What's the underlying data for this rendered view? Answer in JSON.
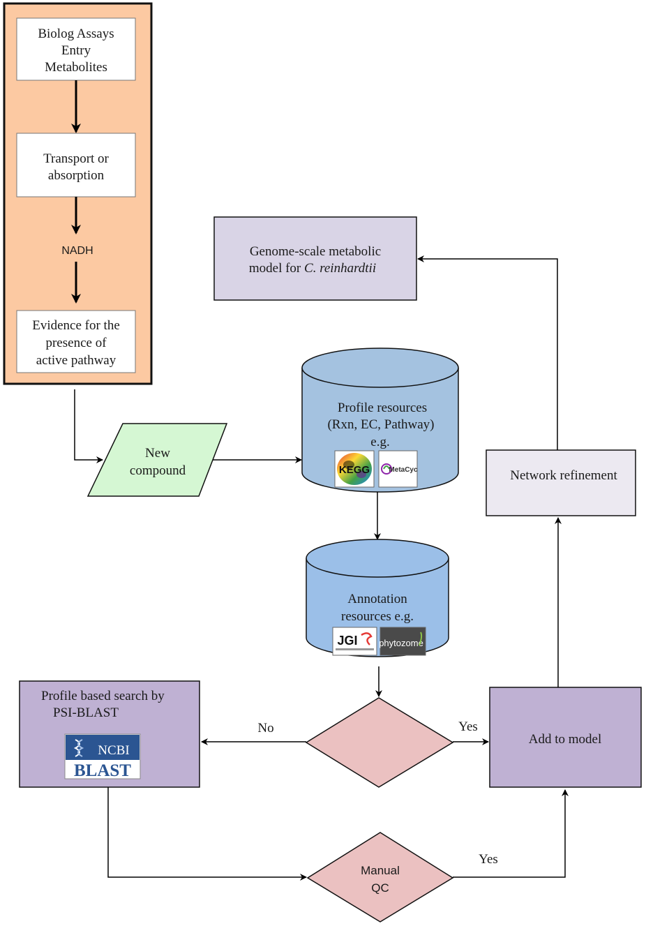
{
  "nodes": {
    "biolog_assays": {
      "line1": "Biolog Assays",
      "line2": "Entry",
      "line3": "Metabolites"
    },
    "transport": {
      "line1": "Transport or",
      "line2": "absorption"
    },
    "nadh": {
      "label": "NADH"
    },
    "evidence": {
      "line1": "Evidence for the",
      "line2": "presence of",
      "line3": "active pathway"
    },
    "new_compound": {
      "line1": "New",
      "line2": "compound"
    },
    "profile_resources": {
      "line1": "Profile resources",
      "line2": "(Rxn, EC, Pathway)",
      "line3": "e.g."
    },
    "annotation_resources": {
      "line1": "Annotation",
      "line2": "resources e.g."
    },
    "genome_model": {
      "line1": "Genome-scale metabolic",
      "line2_prefix": "model for ",
      "line2_italic": "C. reinhardtii"
    },
    "network_refinement": {
      "label": "Network refinement"
    },
    "add_to_model": {
      "label": "Add to model"
    },
    "psi_blast": {
      "line1": "Profile based search by",
      "line2": "PSI-BLAST"
    },
    "manual_qc": {
      "line1": "Manual",
      "line2": "QC"
    }
  },
  "edges": {
    "no_label": "No",
    "yes_label_1": "Yes",
    "yes_label_2": "Yes"
  },
  "logos": {
    "kegg": {
      "text": "KEGG"
    },
    "metacyc": {
      "text": "MetaCyc"
    },
    "jgi": {
      "text": "JGI"
    },
    "phytozome": {
      "text": "phytozome"
    },
    "ncbi": {
      "text": "NCBI"
    },
    "blast": {
      "text": "BLAST"
    }
  },
  "colors": {
    "orange_panel": "#fcc9a2",
    "green_parallelogram": "#d5f7d3",
    "blue_cylinder_1": "#a4c2e0",
    "blue_cylinder_2": "#9bbfe8",
    "purple_box": "#d9d4e6",
    "light_lavender_box": "#ece9f1",
    "mid_purple_box": "#bfb1d3",
    "pink_diamond": "#ebc1c1"
  }
}
